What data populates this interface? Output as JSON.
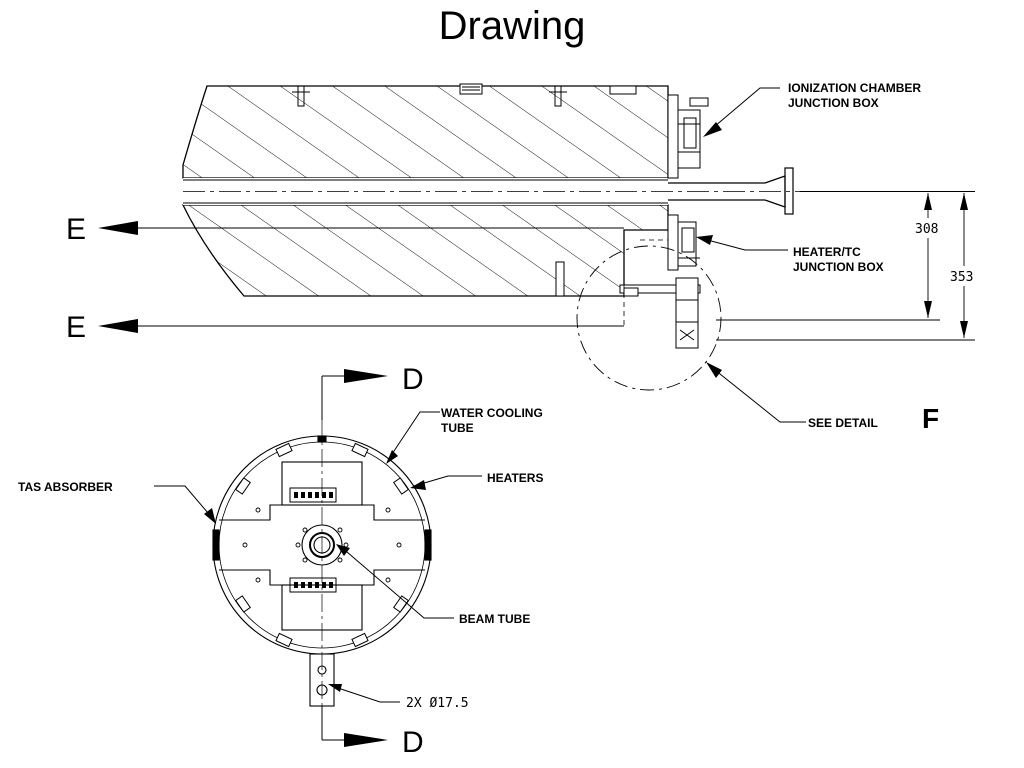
{
  "page": {
    "title": "Drawing"
  },
  "labels": {
    "ion_chamber_line1": "IONIZATION CHAMBER",
    "ion_chamber_line2": "JUNCTION BOX",
    "heater_tc_line1": "HEATER/TC",
    "heater_tc_line2": "JUNCTION BOX",
    "see_detail": "SEE DETAIL",
    "detail_letter": "F",
    "water_cooling_line1": "WATER COOLING",
    "water_cooling_line2": "TUBE",
    "heaters": "HEATERS",
    "tas_absorber": "TAS ABSORBER",
    "beam_tube": "BEAM TUBE",
    "holes": "2X Ø17.5"
  },
  "section_marks": {
    "e_top": "E",
    "e_bottom": "E",
    "d_top": "D",
    "d_bottom": "D"
  },
  "dimensions": {
    "dim_308": "308",
    "dim_353": "353"
  },
  "colors": {
    "line": "#000000",
    "background": "#ffffff"
  }
}
